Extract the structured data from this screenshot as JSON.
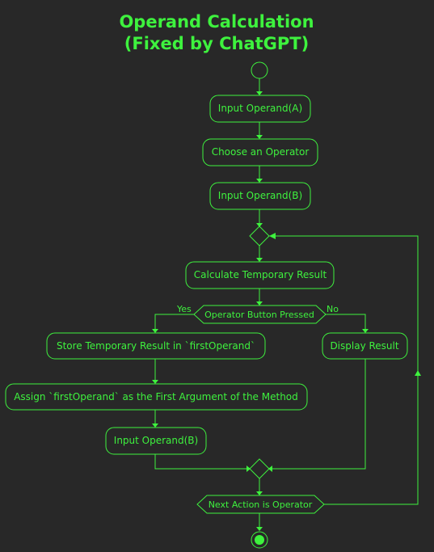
{
  "title": {
    "line1": "Operand Calculation",
    "line2": "(Fixed by ChatGPT)"
  },
  "nodes": {
    "input_a": "Input Operand(A)",
    "choose_operator": "Choose an Operator",
    "input_b": "Input Operand(B)",
    "calculate": "Calculate Temporary Result",
    "store": "Store Temporary Result in `firstOperand`",
    "assign": "Assign `firstOperand` as the First Argument of the Method",
    "input_b_loop": "Input Operand(B)",
    "display": "Display Result"
  },
  "decisions": {
    "operator_pressed": "Operator Button Pressed",
    "next_action": "Next Action is Operator"
  },
  "branches": {
    "yes": "Yes",
    "no": "No"
  },
  "colors": {
    "background": "#282828",
    "foreground": "#3EF23E"
  }
}
